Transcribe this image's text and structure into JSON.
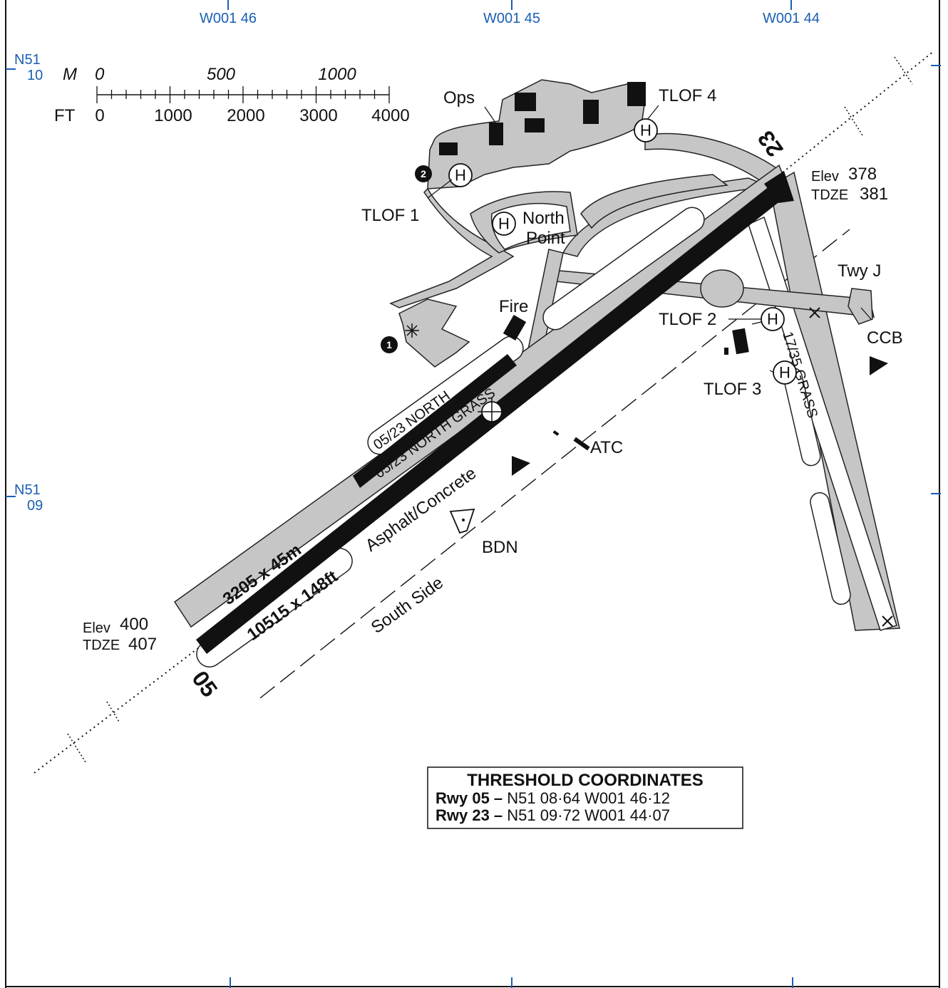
{
  "grid_labels": {
    "top": [
      "W001 46",
      "W001 45",
      "W001 44"
    ],
    "left": [
      [
        "N51",
        "10"
      ],
      [
        "N51",
        "09"
      ]
    ]
  },
  "scale_bar": {
    "metres_unit": "M",
    "feet_unit": "FT",
    "metres_ticks": [
      "0",
      "500",
      "1000"
    ],
    "feet_ticks": [
      "0",
      "1000",
      "2000",
      "3000",
      "4000"
    ]
  },
  "runways": {
    "main": {
      "dimensions_m": "3205 x 45m",
      "dimensions_ft": "10515 x 148ft",
      "surface": "Asphalt/Concrete"
    },
    "north": "05/23 NORTH",
    "north_grass": "05/23 NORTH GRASS",
    "cross_grass": "17/35 GRASS",
    "threshold_05": "05",
    "threshold_23": "23"
  },
  "elevations": {
    "rwy05": {
      "elev_label": "Elev",
      "elev": "400",
      "tdze_label": "TDZE",
      "tdze": "407"
    },
    "rwy23": {
      "elev_label": "Elev",
      "elev": "378",
      "tdze_label": "TDZE",
      "tdze": "381"
    }
  },
  "labels": {
    "ops": "Ops",
    "fire": "Fire",
    "atc": "ATC",
    "bdn": "BDN",
    "south_side": "South Side",
    "north_point": [
      "North",
      "Point"
    ],
    "twy_j": "Twy J",
    "ccb": "CCB",
    "tlof1": "TLOF 1",
    "tlof2": "TLOF 2",
    "tlof3": "TLOF 3",
    "tlof4": "TLOF 4",
    "helipad_symbol": "H",
    "note1": "1",
    "note2": "2"
  },
  "threshold_coordinates": {
    "title": "THRESHOLD COORDINATES",
    "rows": [
      {
        "rwy": "Rwy 05 –",
        "coords": "N51 08·64 W001 46·12"
      },
      {
        "rwy": "Rwy 23 –",
        "coords": "N51 09·72 W001 44·07"
      }
    ]
  },
  "colors": {
    "grid_label": "#1a5fb4",
    "pavement": "#c6c6c6",
    "runway": "#111111"
  }
}
